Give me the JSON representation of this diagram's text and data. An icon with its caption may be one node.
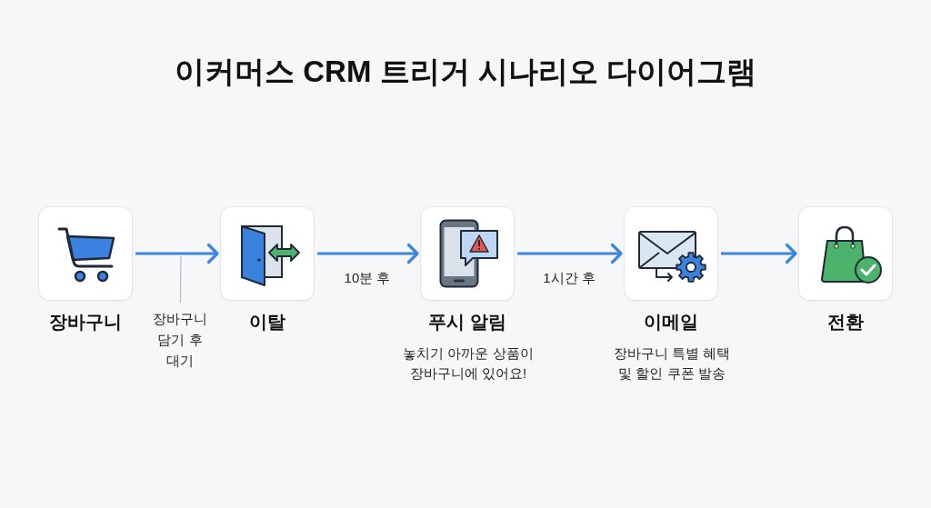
{
  "diagram": {
    "title": "이커머스 CRM 트리거 시나리오 다이어그램",
    "nodes": [
      {
        "text": [
          "장바구니"
        ]
      },
      {
        "text": [
          "장바구니 담기 후 대기"
        ]
      },
      {
        "text": [
          "이탈"
        ]
      },
      {
        "text": [
          "푸시 알림",
          "놓치기 아까운 상품이 장바구니에 있어요!"
        ]
      },
      {
        "text": [
          "이메일",
          "장바구니 특별 혜택 및 할인 쿠폰 발송"
        ]
      },
      {
        "text": [
          "전환"
        ]
      }
    ],
    "edges": [
      {
        "from": 0,
        "to": 2,
        "arrow": "to"
      },
      {
        "from": 2,
        "to": 3,
        "arrow": "to",
        "label": "10분 후"
      },
      {
        "from": 3,
        "to": 4,
        "arrow": "to",
        "label": "1시간 후"
      },
      {
        "from": 4,
        "to": 5,
        "arrow": "to"
      },
      {
        "from": 1,
        "to": null,
        "arrow": "none",
        "color": "#b9bec5"
      }
    ]
  }
}
